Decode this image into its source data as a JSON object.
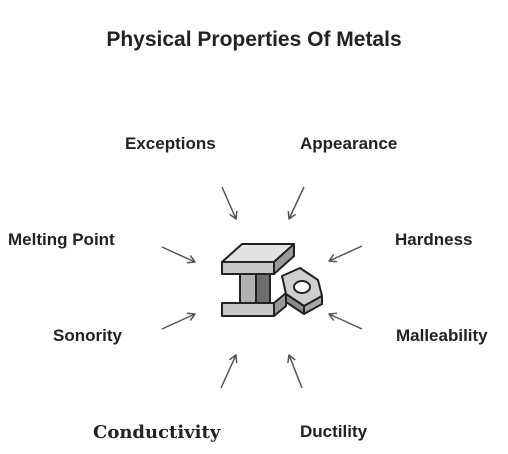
{
  "title": "Physical Properties Of Metals",
  "labels": {
    "exceptions": "Exceptions",
    "appearance": "Appearance",
    "melting_point": "Melting Point",
    "hardness": "Hardness",
    "sonority": "Sonority",
    "malleability": "Malleability",
    "conductivity": "Conductivity",
    "ductility": "Ductility"
  },
  "center_icon": "steel-beam-and-nut-icon",
  "colors": {
    "text": "#222222",
    "arrow": "#555555",
    "metal_light": "#c8c8c8",
    "metal_dark": "#8a8a8a"
  }
}
